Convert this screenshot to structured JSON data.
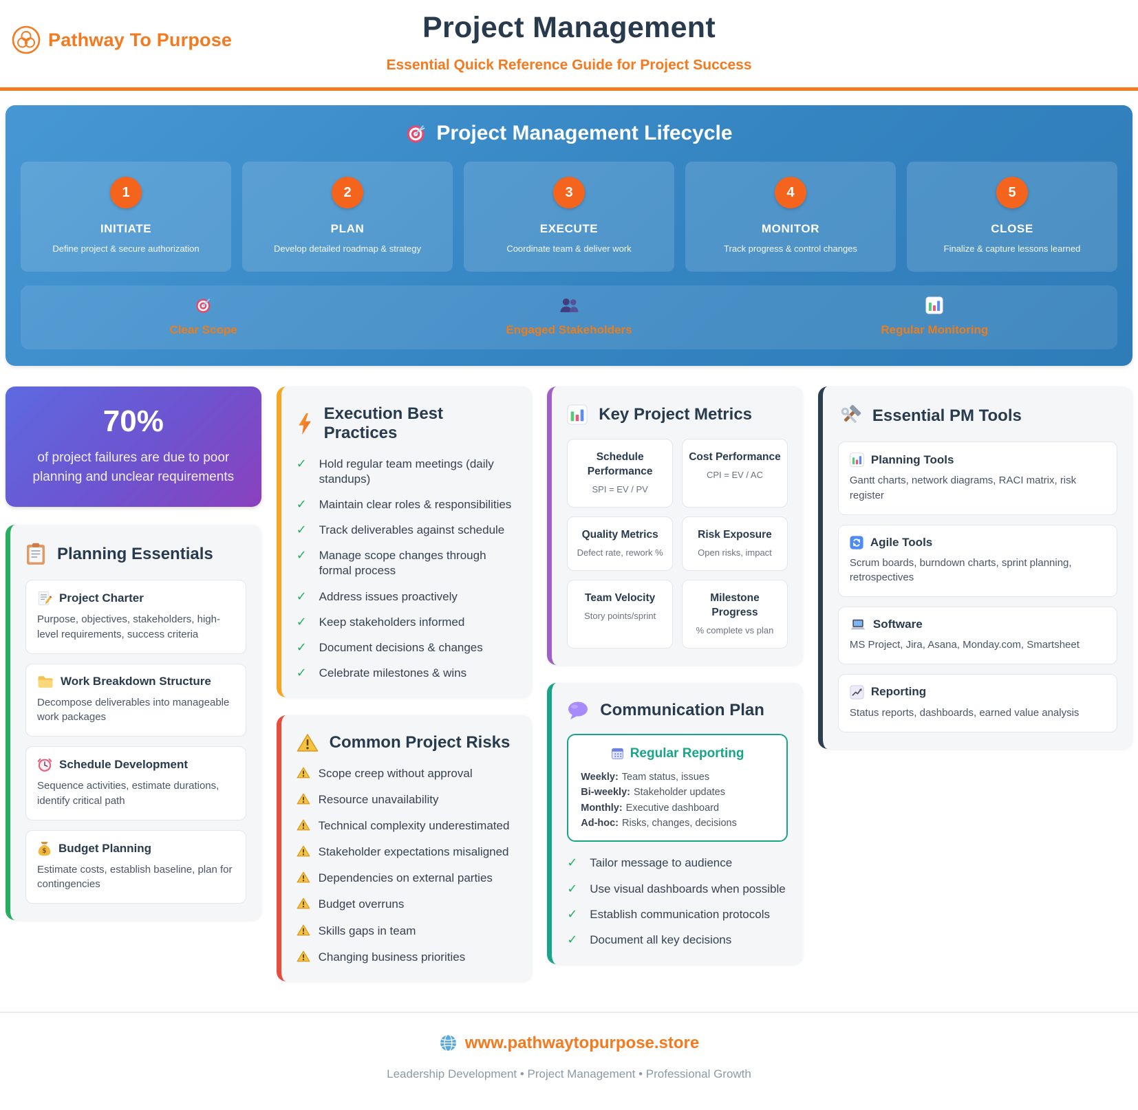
{
  "brand": {
    "name": "Pathway To Purpose"
  },
  "header": {
    "title": "Project Management",
    "subtitle": "Essential Quick Reference Guide for Project Success"
  },
  "lifecycle": {
    "title": "Project Management Lifecycle",
    "stages": [
      {
        "num": "1",
        "name": "INITIATE",
        "desc": "Define project & secure authorization"
      },
      {
        "num": "2",
        "name": "PLAN",
        "desc": "Develop detailed roadmap & strategy"
      },
      {
        "num": "3",
        "name": "EXECUTE",
        "desc": "Coordinate team & deliver work"
      },
      {
        "num": "4",
        "name": "MONITOR",
        "desc": "Track progress & control changes"
      },
      {
        "num": "5",
        "name": "CLOSE",
        "desc": "Finalize & capture lessons learned"
      }
    ],
    "keys": [
      {
        "icon": "target-icon",
        "label": "Clear Scope"
      },
      {
        "icon": "people-icon",
        "label": "Engaged Stakeholders"
      },
      {
        "icon": "bar-chart-icon",
        "label": "Regular Monitoring"
      }
    ]
  },
  "stat": {
    "value": "70%",
    "text": "of project failures are due to poor planning and unclear requirements"
  },
  "planning": {
    "title": "Planning Essentials",
    "items": [
      {
        "icon": "memo-icon",
        "title": "Project Charter",
        "desc": "Purpose, objectives, stakeholders, high-level requirements, success criteria"
      },
      {
        "icon": "folder-icon",
        "title": "Work Breakdown Structure",
        "desc": "Decompose deliverables into manageable work packages"
      },
      {
        "icon": "alarm-clock-icon",
        "title": "Schedule Development",
        "desc": "Sequence activities, estimate durations, identify critical path"
      },
      {
        "icon": "money-bag-icon",
        "title": "Budget Planning",
        "desc": "Estimate costs, establish baseline, plan for contingencies"
      }
    ]
  },
  "execution": {
    "title": "Execution Best Practices",
    "items": [
      "Hold regular team meetings (daily standups)",
      "Maintain clear roles & responsibilities",
      "Track deliverables against schedule",
      "Manage scope changes through formal process",
      "Address issues proactively",
      "Keep stakeholders informed",
      "Document decisions & changes",
      "Celebrate milestones & wins"
    ]
  },
  "risks": {
    "title": "Common Project Risks",
    "items": [
      "Scope creep without approval",
      "Resource unavailability",
      "Technical complexity underestimated",
      "Stakeholder expectations misaligned",
      "Dependencies on external parties",
      "Budget overruns",
      "Skills gaps in team",
      "Changing business priorities"
    ]
  },
  "metrics": {
    "title": "Key Project Metrics",
    "cards": [
      {
        "title": "Schedule Performance",
        "sub": "SPI = EV / PV"
      },
      {
        "title": "Cost Performance",
        "sub": "CPI = EV / AC"
      },
      {
        "title": "Quality Metrics",
        "sub": "Defect rate, rework %"
      },
      {
        "title": "Risk Exposure",
        "sub": "Open risks, impact"
      },
      {
        "title": "Team Velocity",
        "sub": "Story points/sprint"
      },
      {
        "title": "Milestone Progress",
        "sub": "% complete vs plan"
      }
    ]
  },
  "communication": {
    "title": "Communication Plan",
    "reporting": {
      "title": "Regular Reporting",
      "rows": [
        {
          "label": "Weekly:",
          "text": "Team status, issues"
        },
        {
          "label": "Bi-weekly:",
          "text": "Stakeholder updates"
        },
        {
          "label": "Monthly:",
          "text": "Executive dashboard"
        },
        {
          "label": "Ad-hoc:",
          "text": "Risks, changes, decisions"
        }
      ]
    },
    "items": [
      "Tailor message to audience",
      "Use visual dashboards when possible",
      "Establish communication protocols",
      "Document all key decisions"
    ]
  },
  "tools": {
    "title": "Essential PM Tools",
    "items": [
      {
        "icon": "bar-chart-icon",
        "title": "Planning Tools",
        "desc": "Gantt charts, network diagrams, RACI matrix, risk register"
      },
      {
        "icon": "refresh-icon",
        "title": "Agile Tools",
        "desc": "Scrum boards, burndown charts, sprint planning, retrospectives"
      },
      {
        "icon": "laptop-icon",
        "title": "Software",
        "desc": "MS Project, Jira, Asana, Monday.com, Smartsheet"
      },
      {
        "icon": "chart-up-icon",
        "title": "Reporting",
        "desc": "Status reports, dashboards, earned value analysis"
      }
    ]
  },
  "footer": {
    "url": "www.pathwaytopurpose.store",
    "tagline": "Leadership Development • Project Management • Professional Growth"
  },
  "colors": {
    "accent_orange": "#F4791F",
    "navy_text": "#2C3E50",
    "banner_blue_top": "#4697D3",
    "banner_blue_bottom": "#2E7CB8",
    "stage_circle": "#F4641C",
    "stat_purple_start": "#5D6AE0",
    "stat_purple_end": "#8A41BE",
    "planning_accent": "#27AE60",
    "execution_accent": "#F5A623",
    "risks_accent": "#E74C3C",
    "metrics_accent": "#A05FC6",
    "communication_accent": "#17A589",
    "tools_accent": "#2C3E50"
  }
}
